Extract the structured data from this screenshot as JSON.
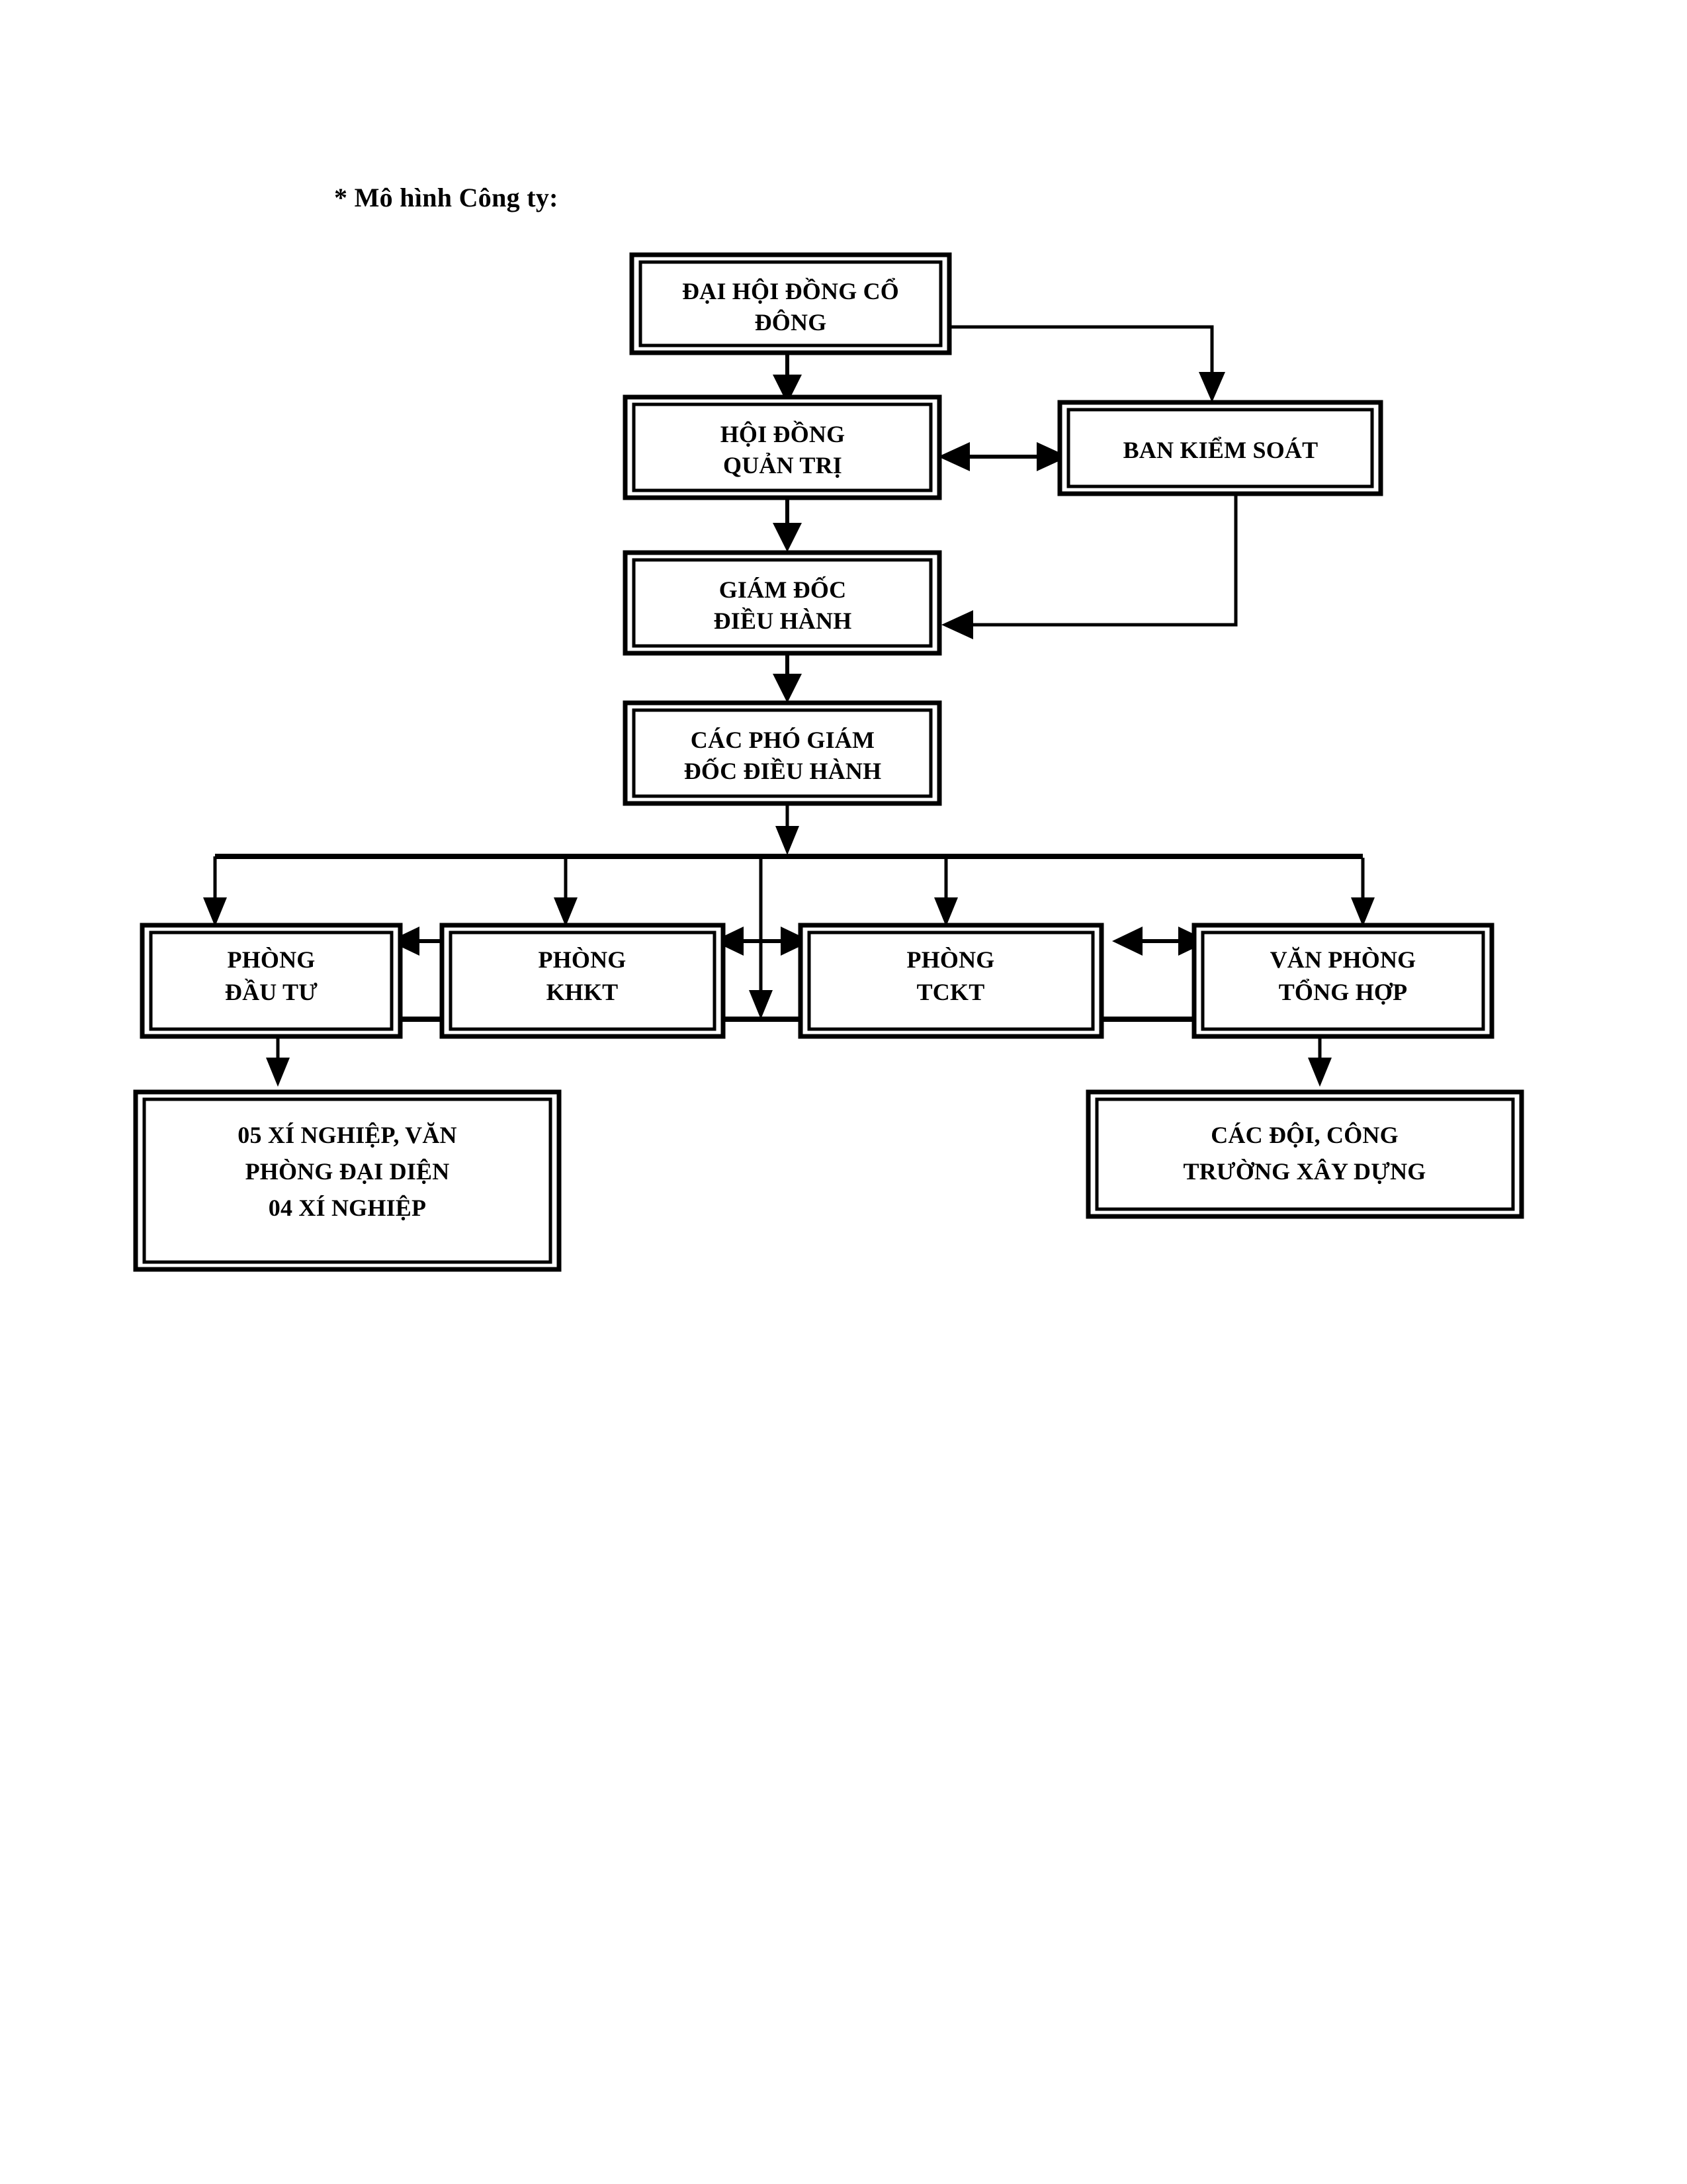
{
  "document": {
    "title_text": "* Mô hình Công ty:"
  },
  "chart_data": {
    "type": "diagram",
    "diagram_kind": "organizational-chart",
    "title": "* Mô hình Công ty:",
    "nodes": [
      {
        "id": "dai-hoi-dong-co-dong",
        "lines": [
          "ĐẠI HỘI ĐỒNG CỔ",
          "ĐÔNG"
        ],
        "level": 1
      },
      {
        "id": "hoi-dong-quan-tri",
        "lines": [
          "HỘI ĐỒNG",
          "QUẢN TRỊ"
        ],
        "level": 2
      },
      {
        "id": "ban-kiem-soat",
        "lines": [
          "BAN KIỂM SOÁT"
        ],
        "level": 2
      },
      {
        "id": "giam-doc-dieu-hanh",
        "lines": [
          "GIÁM ĐỐC",
          "ĐIỀU HÀNH"
        ],
        "level": 3
      },
      {
        "id": "cac-pho-giam-doc-dieu-hanh",
        "lines": [
          "CÁC PHÓ GIÁM",
          "ĐỐC ĐIỀU HÀNH"
        ],
        "level": 4
      },
      {
        "id": "phong-dau-tu",
        "lines": [
          "PHÒNG",
          "ĐẦU TƯ"
        ],
        "level": 5
      },
      {
        "id": "phong-khkt",
        "lines": [
          "PHÒNG",
          "KHKT"
        ],
        "level": 5
      },
      {
        "id": "phong-tckt",
        "lines": [
          "PHÒNG",
          "TCKT"
        ],
        "level": 5
      },
      {
        "id": "van-phong-tong-hop",
        "lines": [
          "VĂN PHÒNG",
          "TỔNG HỢP"
        ],
        "level": 5
      },
      {
        "id": "xi-nghiep-van-phong-dai-dien",
        "lines": [
          "05 XÍ NGHIỆP, VĂN",
          "PHÒNG ĐẠI DIỆN",
          "04 XÍ NGHIỆP"
        ],
        "level": 6
      },
      {
        "id": "cac-doi-cong-truong-xay-dung",
        "lines": [
          "CÁC ĐỘI, CÔNG",
          "TRƯỜNG XÂY DỰNG"
        ],
        "level": 6
      }
    ],
    "edges": [
      {
        "from": "dai-hoi-dong-co-dong",
        "to": "hoi-dong-quan-tri",
        "style": "arrow-down"
      },
      {
        "from": "dai-hoi-dong-co-dong",
        "to": "ban-kiem-soat",
        "style": "elbow-right-down-arrow"
      },
      {
        "from": "hoi-dong-quan-tri",
        "to": "ban-kiem-soat",
        "style": "double-arrow-horizontal"
      },
      {
        "from": "hoi-dong-quan-tri",
        "to": "giam-doc-dieu-hanh",
        "style": "arrow-down"
      },
      {
        "from": "ban-kiem-soat",
        "to": "giam-doc-dieu-hanh",
        "style": "elbow-down-left-arrow"
      },
      {
        "from": "giam-doc-dieu-hanh",
        "to": "cac-pho-giam-doc-dieu-hanh",
        "style": "arrow-down"
      },
      {
        "from": "cac-pho-giam-doc-dieu-hanh",
        "to": "phong-dau-tu",
        "style": "bus-branch-arrow"
      },
      {
        "from": "cac-pho-giam-doc-dieu-hanh",
        "to": "phong-khkt",
        "style": "bus-branch-arrow"
      },
      {
        "from": "cac-pho-giam-doc-dieu-hanh",
        "to": "phong-tckt",
        "style": "bus-branch-arrow"
      },
      {
        "from": "cac-pho-giam-doc-dieu-hanh",
        "to": "van-phong-tong-hop",
        "style": "bus-branch-arrow"
      },
      {
        "from": "phong-dau-tu",
        "to": "phong-khkt",
        "style": "double-arrow-horizontal"
      },
      {
        "from": "phong-khkt",
        "to": "phong-tckt",
        "style": "double-arrow-horizontal"
      },
      {
        "from": "phong-tckt",
        "to": "van-phong-tong-hop",
        "style": "double-arrow-horizontal"
      },
      {
        "from": "cac-pho-giam-doc-dieu-hanh",
        "to": "xi-nghiep-van-phong-dai-dien",
        "style": "bus-branch-arrow"
      },
      {
        "from": "cac-pho-giam-doc-dieu-hanh",
        "to": "cac-doi-cong-truong-xay-dung",
        "style": "bus-branch-arrow"
      }
    ],
    "colors": {
      "box_stroke": "#000000",
      "box_fill": "#ffffff",
      "text": "#000000",
      "page_background": "#ffffff"
    }
  },
  "boxes": {
    "dai_hoi_dong_co_dong": {
      "line1": "ĐẠI HỘI ĐỒNG CỔ",
      "line2": "ĐÔNG"
    },
    "hoi_dong_quan_tri": {
      "line1": "HỘI ĐỒNG",
      "line2": "QUẢN TRỊ"
    },
    "ban_kiem_soat": {
      "line1": "BAN KIỂM SOÁT"
    },
    "giam_doc_dieu_hanh": {
      "line1": "GIÁM ĐỐC",
      "line2": "ĐIỀU HÀNH"
    },
    "cac_pho_giam_doc": {
      "line1": "CÁC PHÓ GIÁM",
      "line2": "ĐỐC ĐIỀU HÀNH"
    },
    "phong_dau_tu": {
      "line1": "PHÒNG",
      "line2": "ĐẦU TƯ"
    },
    "phong_khkt": {
      "line1": "PHÒNG",
      "line2": "KHKT"
    },
    "phong_tckt": {
      "line1": "PHÒNG",
      "line2": "TCKT"
    },
    "van_phong_tong_hop": {
      "line1": "VĂN PHÒNG",
      "line2": "TỔNG HỢP"
    },
    "xi_nghiep": {
      "line1": "05 XÍ NGHIỆP, VĂN",
      "line2": "PHÒNG ĐẠI DIỆN",
      "line3": "04 XÍ NGHIỆP"
    },
    "cac_doi": {
      "line1": "CÁC ĐỘI, CÔNG",
      "line2": "TRƯỜNG XÂY DỰNG"
    }
  }
}
